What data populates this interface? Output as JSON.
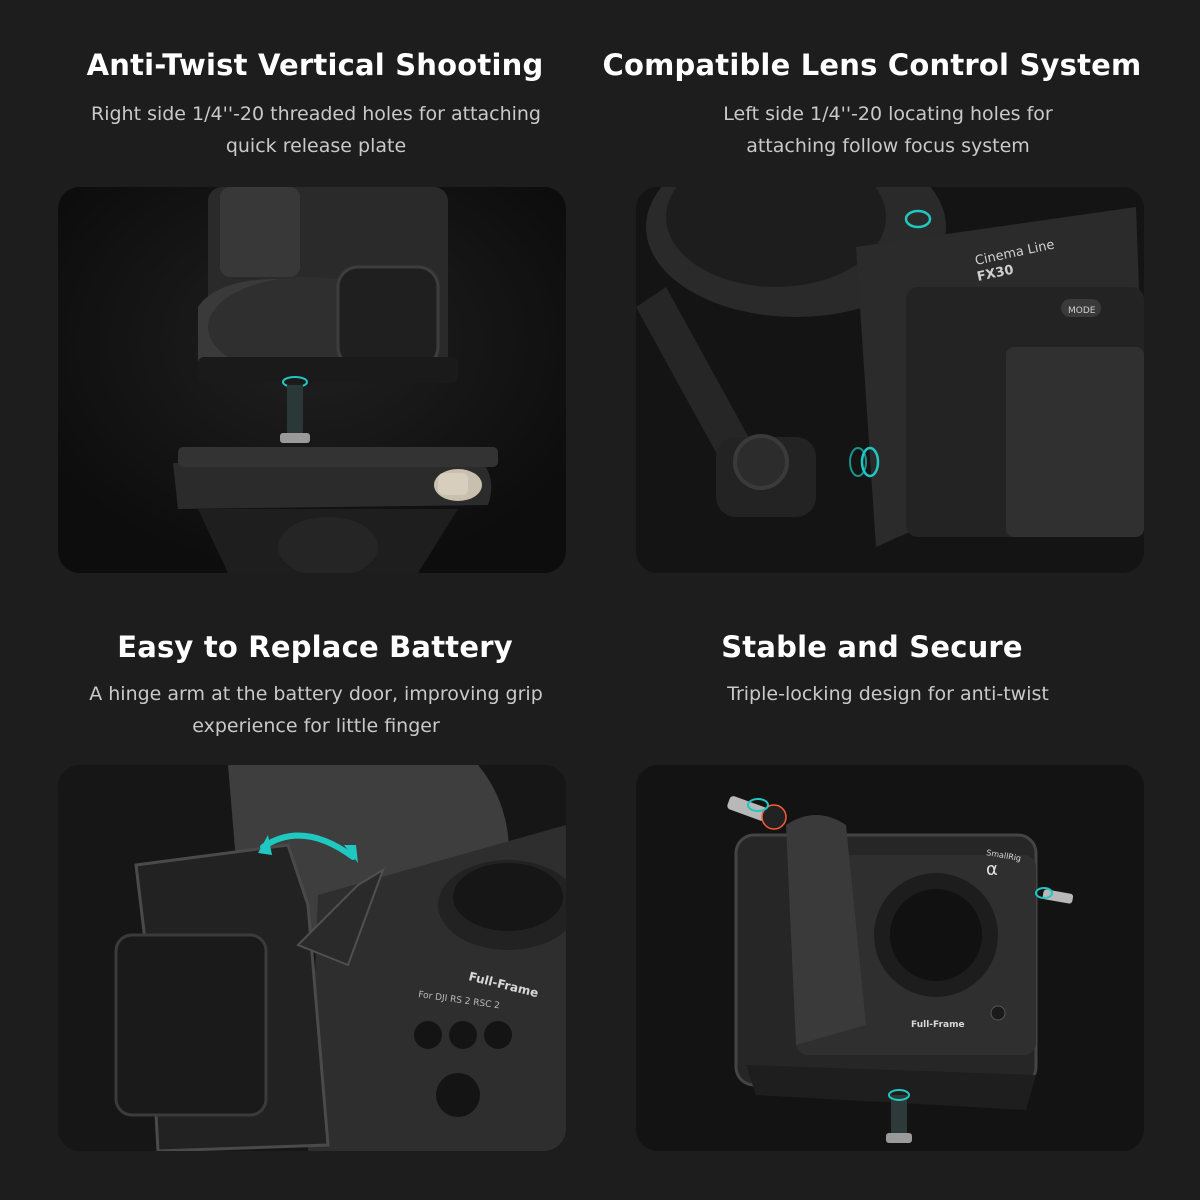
{
  "features": [
    {
      "title": "Anti-Twist Vertical Shooting",
      "desc_line1": "Right side 1/4''-20 threaded holes for attaching",
      "desc_line2": "quick release plate",
      "image": "camera-cage-vertical-quick-release-image"
    },
    {
      "title": "Compatible Lens Control System",
      "desc_line1": "Left side 1/4''-20 locating holes for",
      "desc_line2": "attaching follow focus system",
      "image": "camera-cage-follow-focus-image",
      "camera_label_line1": "Cinema Line",
      "camera_label_line2": "FX30",
      "mode_label": "MODE"
    },
    {
      "title": "Easy to Replace Battery",
      "desc_line1": "A hinge arm at the battery door, improving grip",
      "desc_line2": "experience for little finger",
      "image": "camera-cage-battery-hinge-image",
      "plate_label": "Full-Frame",
      "mount_label": "For DJI RS 2  RSC 2"
    },
    {
      "title": "Stable and Secure",
      "desc_line1": "Triple-locking design for anti-twist",
      "image": "camera-cage-triple-lock-image",
      "brand_label": "SmallRig",
      "plate_label": "Full-Frame",
      "logo_mark": "α"
    }
  ],
  "colors": {
    "background": "#1d1d1d",
    "panel": "#121212",
    "accent_teal": "#1fc8c0",
    "text_primary": "#ffffff",
    "text_secondary": "#c9c9c9"
  }
}
